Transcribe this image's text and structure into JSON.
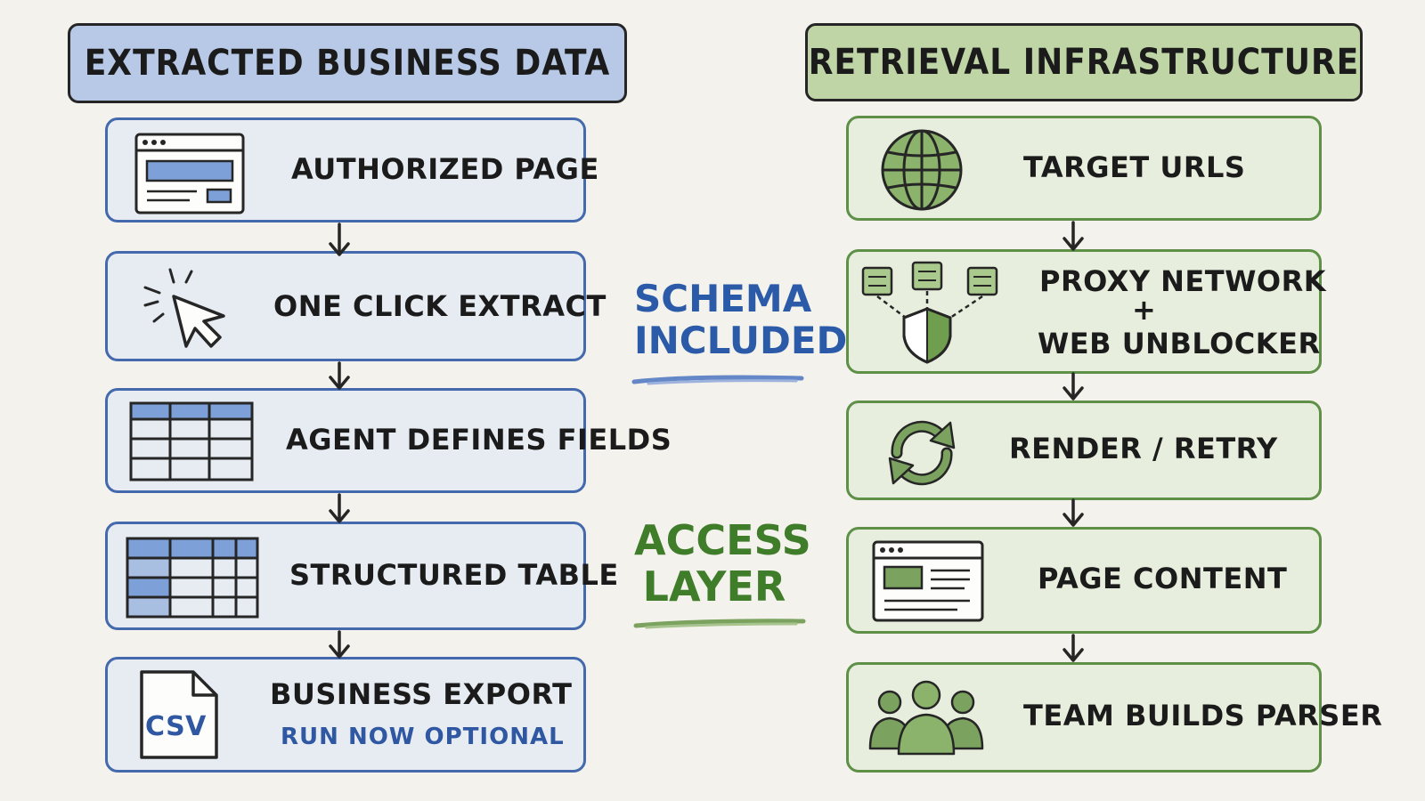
{
  "left_column": {
    "header": "EXTRACTED BUSINESS DATA",
    "steps": [
      {
        "label": "AUTHORIZED PAGE",
        "icon": "browser-window-icon"
      },
      {
        "label": "ONE CLICK EXTRACT",
        "icon": "mouse-cursor-click-icon"
      },
      {
        "label": "AGENT DEFINES FIELDS",
        "icon": "table-grid-icon"
      },
      {
        "label": "STRUCTURED TABLE",
        "icon": "filled-table-icon"
      },
      {
        "label": "BUSINESS EXPORT",
        "sublabel": "RUN NOW OPTIONAL",
        "icon": "csv-file-icon",
        "icon_text": "CSV"
      }
    ]
  },
  "right_column": {
    "header": "RETRIEVAL INFRASTRUCTURE",
    "steps": [
      {
        "label": "TARGET URLS",
        "icon": "globe-icon"
      },
      {
        "label_lines": [
          "PROXY NETWORK",
          "+",
          "WEB UNBLOCKER"
        ],
        "icon": "proxy-shield-icon"
      },
      {
        "label": "RENDER / RETRY",
        "icon": "refresh-icon"
      },
      {
        "label": "PAGE CONTENT",
        "icon": "web-page-icon"
      },
      {
        "label": "TEAM BUILDS PARSER",
        "icon": "team-icon"
      }
    ]
  },
  "middle": {
    "schema_lines": [
      "SCHEMA",
      "INCLUDED"
    ],
    "access_lines": [
      "ACCESS",
      "LAYER"
    ]
  },
  "colors": {
    "blue_border": "#4469ad",
    "blue_fill": "#e7ecf3",
    "blue_header": "#b7c9e6",
    "green_border": "#5e9048",
    "green_fill": "#e8eedd",
    "green_header": "#bfd5a6",
    "background": "#f4f2ec"
  }
}
